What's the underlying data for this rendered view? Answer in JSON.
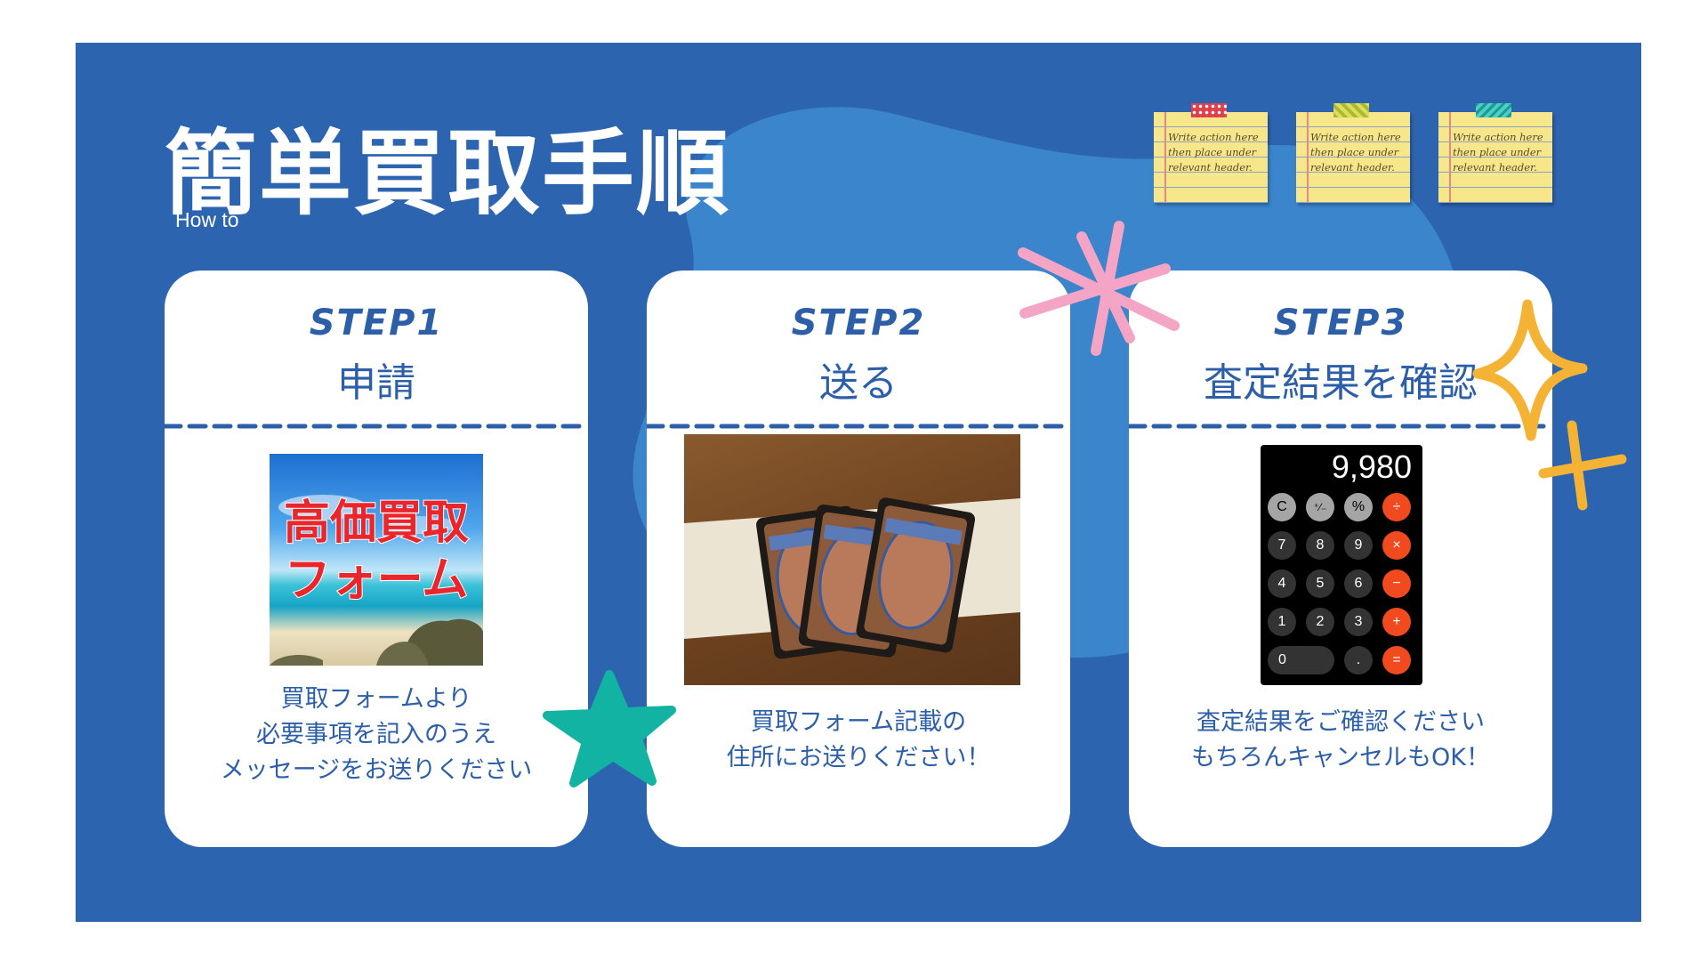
{
  "header": {
    "title": "簡単買取手順",
    "subtitle": "How to"
  },
  "notes": [
    {
      "lines": [
        "Write action here",
        "then place under",
        "relevant header."
      ],
      "tape_color": "#e0404a"
    },
    {
      "lines": [
        "Write action here",
        "then place under",
        "relevant header."
      ],
      "tape_color": "#c8d040"
    },
    {
      "lines": [
        "Write action here",
        "then place under",
        "relevant header."
      ],
      "tape_color": "#30b8b0"
    }
  ],
  "steps": [
    {
      "label": "STEP1",
      "title": "申請",
      "image_text": [
        "高価買取",
        "フォーム"
      ],
      "description": [
        "買取フォームより",
        "必要事項を記入のうえ",
        "メッセージをお送りください"
      ]
    },
    {
      "label": "STEP2",
      "title": "送る",
      "description": [
        "買取フォーム記載の",
        "住所にお送りください！"
      ]
    },
    {
      "label": "STEP3",
      "title": "査定結果を確認",
      "calculator": {
        "display": "9,980",
        "rows": [
          [
            "C",
            "⁺∕₋",
            "%",
            "÷"
          ],
          [
            "7",
            "8",
            "9",
            "×"
          ],
          [
            "4",
            "5",
            "6",
            "−"
          ],
          [
            "1",
            "2",
            "3",
            "+"
          ],
          [
            "0",
            ".",
            "="
          ]
        ]
      },
      "description": [
        "査定結果をご確認ください",
        "もちろんキャンセルもOK！"
      ]
    }
  ],
  "colors": {
    "background": "#2c64b0",
    "accent_blue": "#2c5fa8",
    "pink_star": "#f4a4c4",
    "teal_star": "#13b3a4",
    "sparkle": "#f5b335"
  }
}
